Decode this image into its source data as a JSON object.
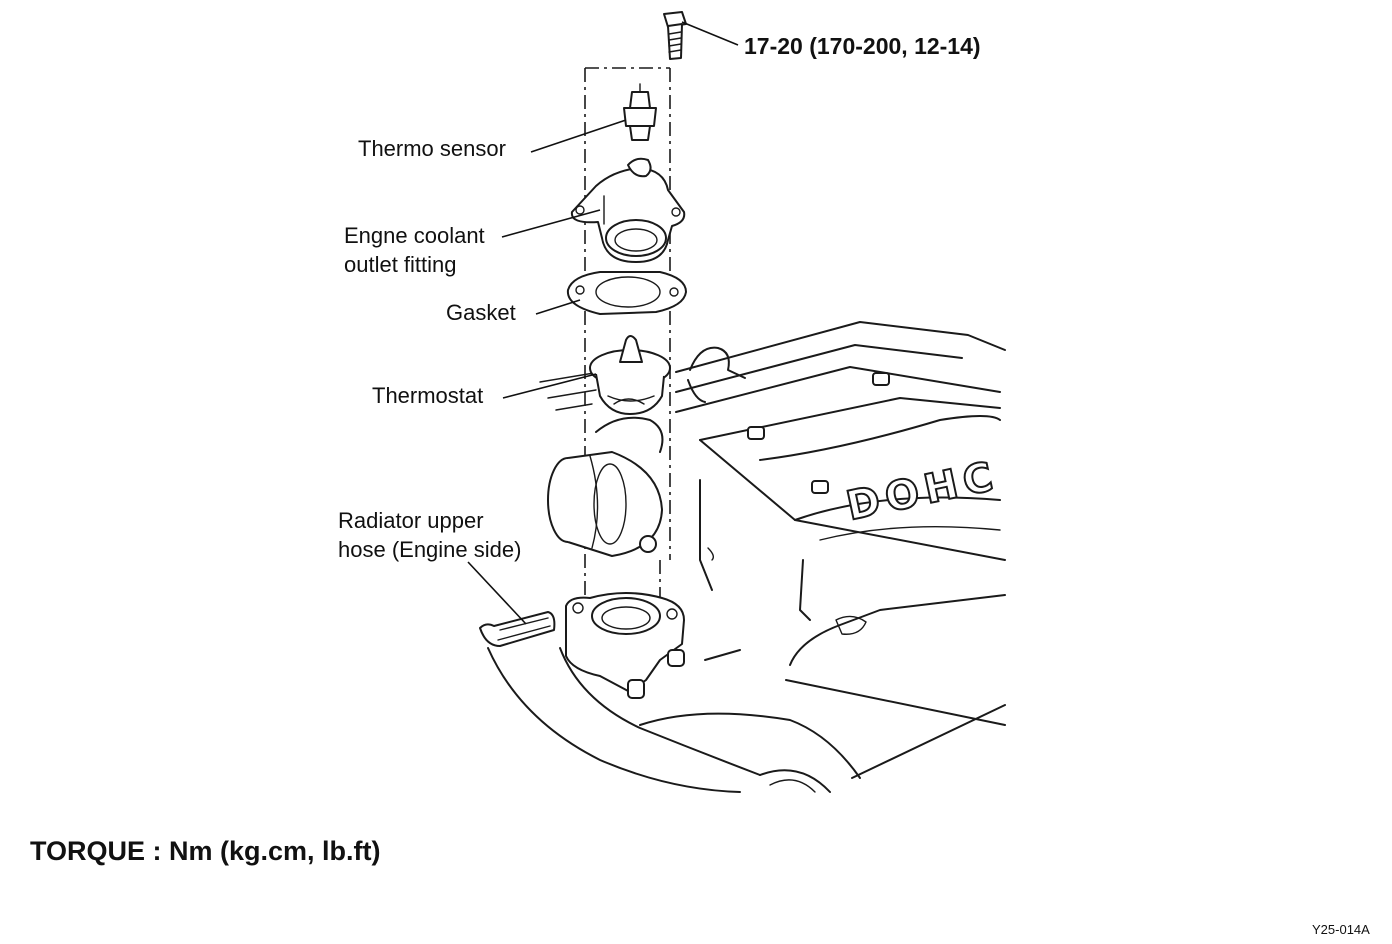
{
  "labels": {
    "bolt_torque": "17-20 (170-200, 12-14)",
    "thermo_sensor": "Thermo sensor",
    "coolant_outlet_line1": "Engne coolant",
    "coolant_outlet_line2": "outlet fitting",
    "gasket": "Gasket",
    "thermostat": "Thermostat",
    "radiator_hose_line1": "Radiator upper",
    "radiator_hose_line2": "hose (Engine side)"
  },
  "engine_marking": "DOHC",
  "torque_unit": "TORQUE : Nm (kg.cm, lb.ft)",
  "reference_code": "Y25-014A"
}
